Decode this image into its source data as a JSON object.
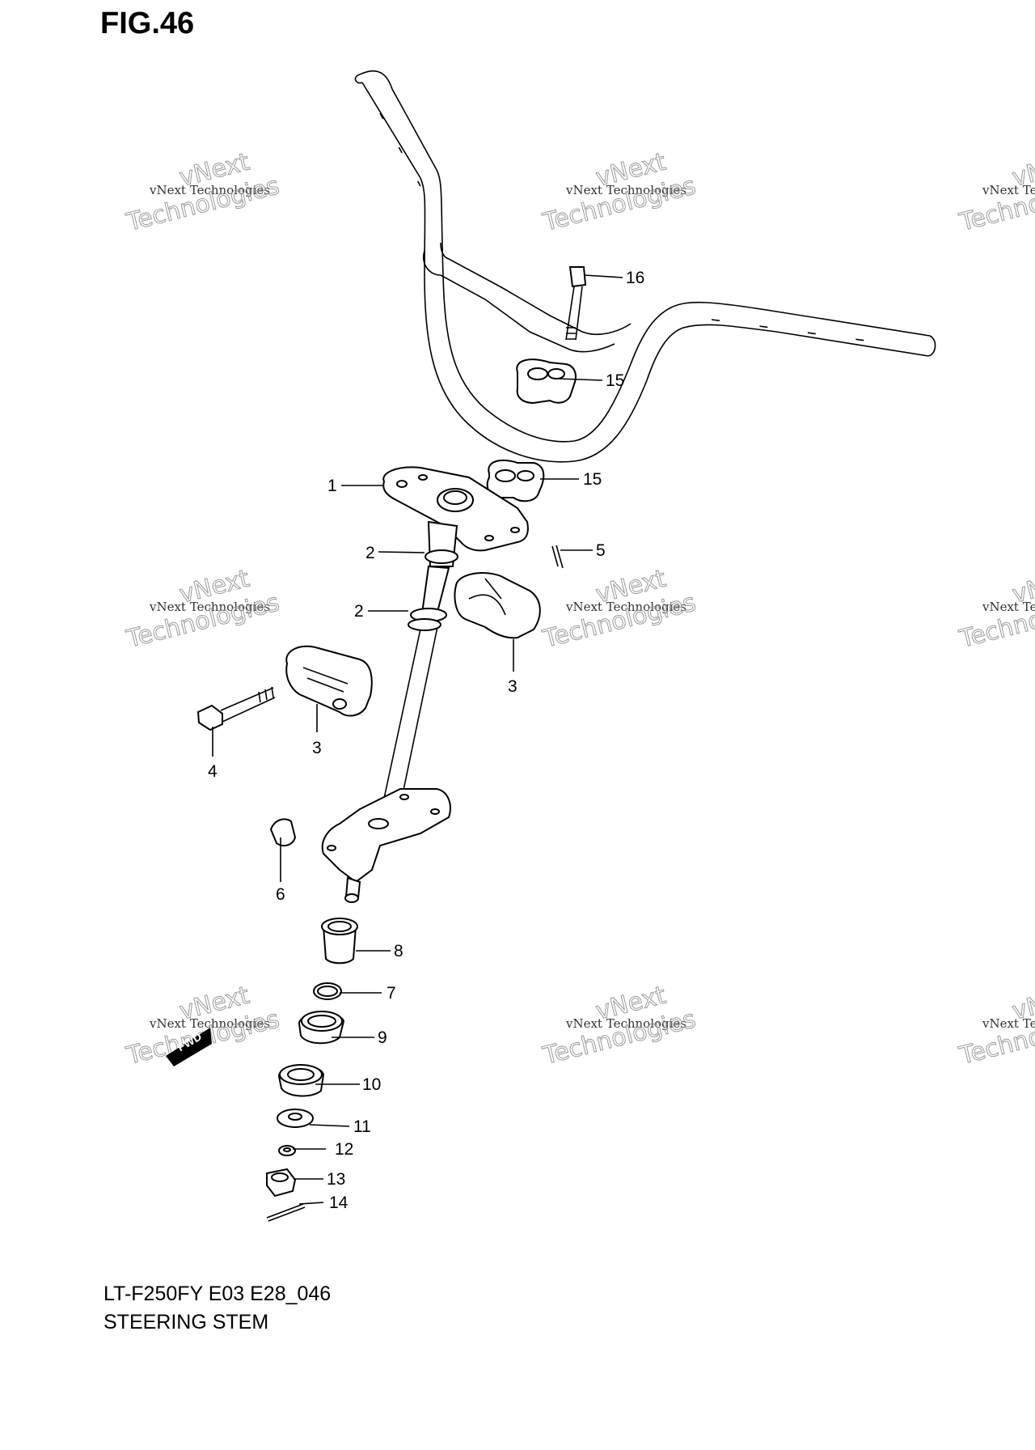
{
  "figure": {
    "title": "FIG.46",
    "model_code": "LT-F250FY E03 E28_046",
    "name": "STEERING STEM"
  },
  "watermark": {
    "line1": "vNext Technologies",
    "line2": "vNext",
    "line3": "Technologies"
  },
  "fwd_badge": "FWD",
  "callouts": [
    "16",
    "15",
    "15",
    "1",
    "5",
    "2",
    "2",
    "3",
    "3",
    "4",
    "6",
    "8",
    "7",
    "9",
    "10",
    "11",
    "12",
    "13",
    "14"
  ]
}
